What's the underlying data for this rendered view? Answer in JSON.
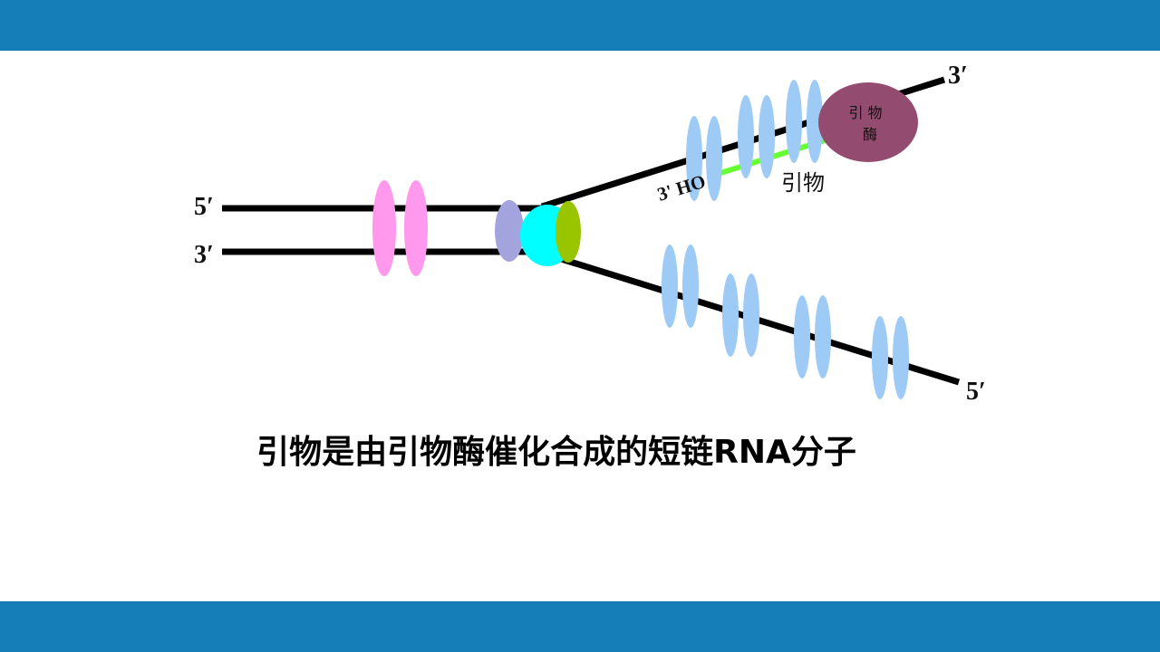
{
  "header": {
    "color": "#157db7"
  },
  "footer": {
    "color": "#157db7"
  },
  "diagram": {
    "left_strand_top_label": "5′",
    "left_strand_bottom_label": "3′",
    "upper_strand_end_label": "3′",
    "lower_strand_end_label": "5′",
    "primer_end_label": "3' HO",
    "primer_label": "引物",
    "primase_label_line1": "引 物",
    "primase_label_line2": "酶",
    "colors": {
      "strand": "#000000",
      "primer": "#66ff33",
      "ssb": "#9dcbf5",
      "topoisomerase": "#ff99ee",
      "clamp": "#a3a3de",
      "helicase": "#00ffff",
      "helicase_cap": "#99c400",
      "primase": "#934c70"
    }
  },
  "caption": "引物是由引物酶催化合成的短链RNA分子"
}
